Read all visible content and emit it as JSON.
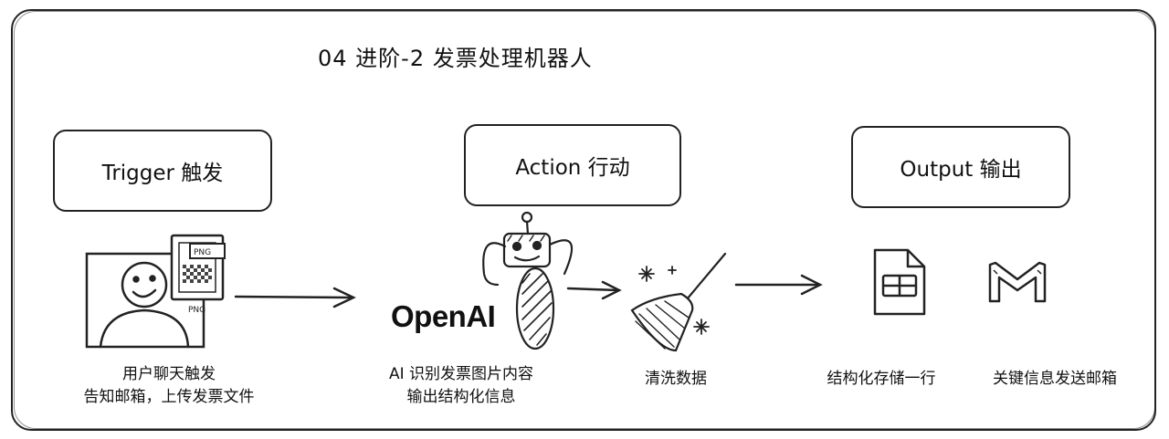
{
  "title": "04 进阶-2 发票处理机器人",
  "stages": {
    "trigger": "Trigger 触发",
    "action": "Action 行动",
    "output": "Output 输出"
  },
  "captions": {
    "trigger_line1": "用户聊天触发",
    "trigger_line2": "告知邮箱，上传发票文件",
    "action_line1": "AI 识别发票图片内容",
    "action_line2": "输出结构化信息",
    "clean": "清洗数据",
    "store": "结构化存储一行",
    "mail": "关键信息发送邮箱"
  },
  "logos": {
    "openai": "OpenAI"
  },
  "file_labels": {
    "top": "PNG",
    "bottom": "PNG"
  },
  "icons": [
    "smiley-user-icon",
    "png-file-icon",
    "robot-icon",
    "broom-icon",
    "sparkle-icon",
    "sheet-icon",
    "gmail-icon",
    "arrow-icon"
  ]
}
